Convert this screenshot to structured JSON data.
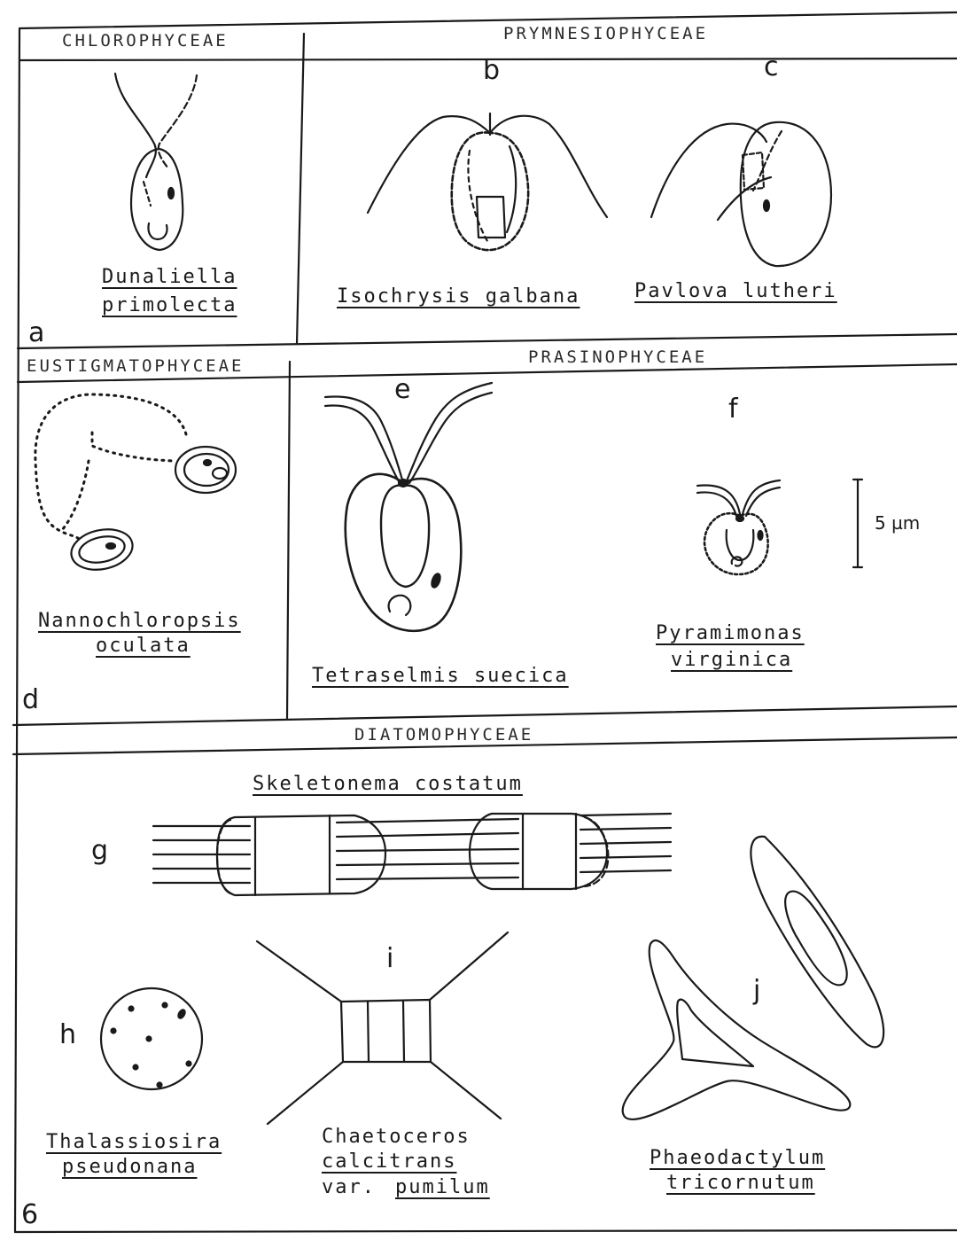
{
  "headers": {
    "chlorophyceae": "CHLOROPHYCEAE",
    "prymnesiophyceae": "PRYMNESIOPHYCEAE",
    "eustigmatophyceae": "EUSTIGMATOPHYCEAE",
    "prasinophyceae": "PRASINOPHYCEAE",
    "diatomophyceae": "DIATOMOPHYCEAE"
  },
  "letters": {
    "a": "a",
    "b": "b",
    "c": "c",
    "d": "d",
    "e": "e",
    "f": "f",
    "g": "g",
    "h": "h",
    "i": "i",
    "j": "j"
  },
  "figure_number": "6",
  "scale_bar": "5 µm",
  "species": {
    "dunaliella_l1": "Dunaliella",
    "dunaliella_l2": "primolecta",
    "isochrysis": "Isochrysis galbana",
    "pavlova": "Pavlova lutheri",
    "nanno_l1": "Nannochloropsis",
    "nanno_l2": "oculata",
    "tetraselmis": "Tetraselmis suecica",
    "pyramimonas_l1": "Pyramimonas",
    "pyramimonas_l2": "virginica",
    "skeletonema": "Skeletonema costatum",
    "thalassiosira_l1": "Thalassiosira",
    "thalassiosira_l2": "pseudonana",
    "chaetoceros_l1": "Chaetoceros",
    "chaetoceros_l2": "calcitrans",
    "chaetoceros_l3a": "var.",
    "chaetoceros_l3b": "pumilum",
    "phaeo_l1": "Phaeodactylum",
    "phaeo_l2": "tricornutum"
  }
}
